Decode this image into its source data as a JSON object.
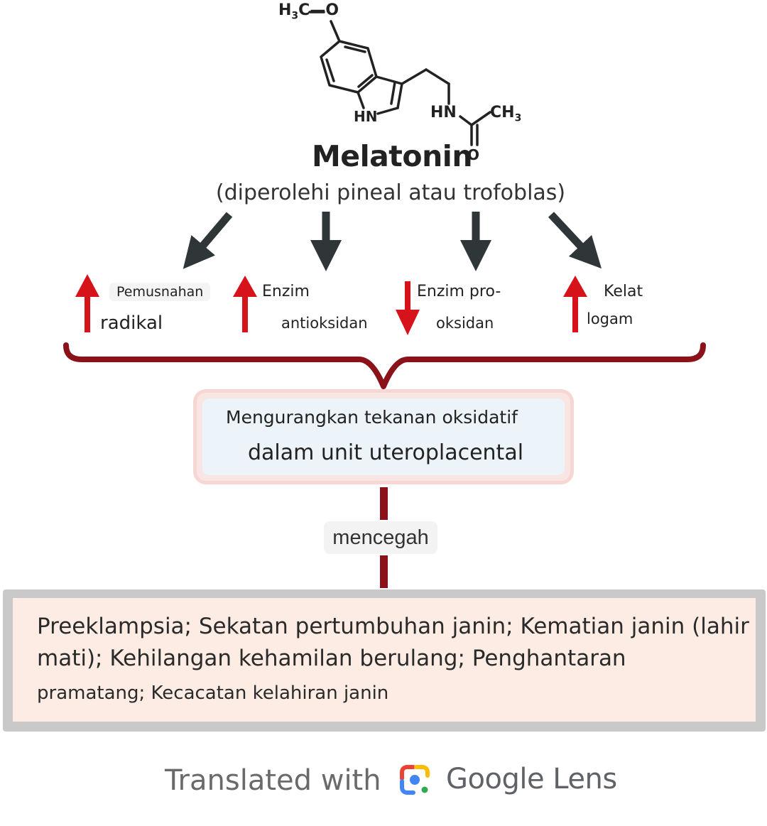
{
  "molecule": {
    "name": "Melatonin",
    "subtitle": "(diperolehi pineal atau trofoblas)",
    "labels": {
      "methyl_ether": "H3C—O",
      "indole_nh": "HN",
      "amide_nh": "HN",
      "methyl": "CH3",
      "oxygen": "O"
    }
  },
  "effects": [
    {
      "line1": "Pemusnahan",
      "line2": "radikal",
      "direction": "up"
    },
    {
      "line1": "Enzim",
      "line2": "antioksidan",
      "direction": "up"
    },
    {
      "line1": "Enzim pro-",
      "line2": "oksidan",
      "direction": "down"
    },
    {
      "line1": "Kelat",
      "line2": "logam",
      "direction": "up"
    }
  ],
  "result": {
    "line1": "Mengurangkan tekanan oksidatif",
    "line2": "dalam unit uteroplacental"
  },
  "connector": "mencegah",
  "outcomes": {
    "line1": "Preeklampsia; Sekatan pertumbuhan janin; Kematian janin (lahir",
    "line2": "mati); Kehilangan kehamilan berulang; Penghantaran",
    "line3": "pramatang; Kecacatan kelahiran janin"
  },
  "footer": {
    "prefix": "Translated with",
    "brand": "Google",
    "product": "Lens"
  },
  "colors": {
    "arrow_dark": "#2f3638",
    "arrow_red": "#d6121a",
    "brace": "#8b1218",
    "box2_bg": "#fcece4",
    "box1_bg": "#edf4f9"
  }
}
